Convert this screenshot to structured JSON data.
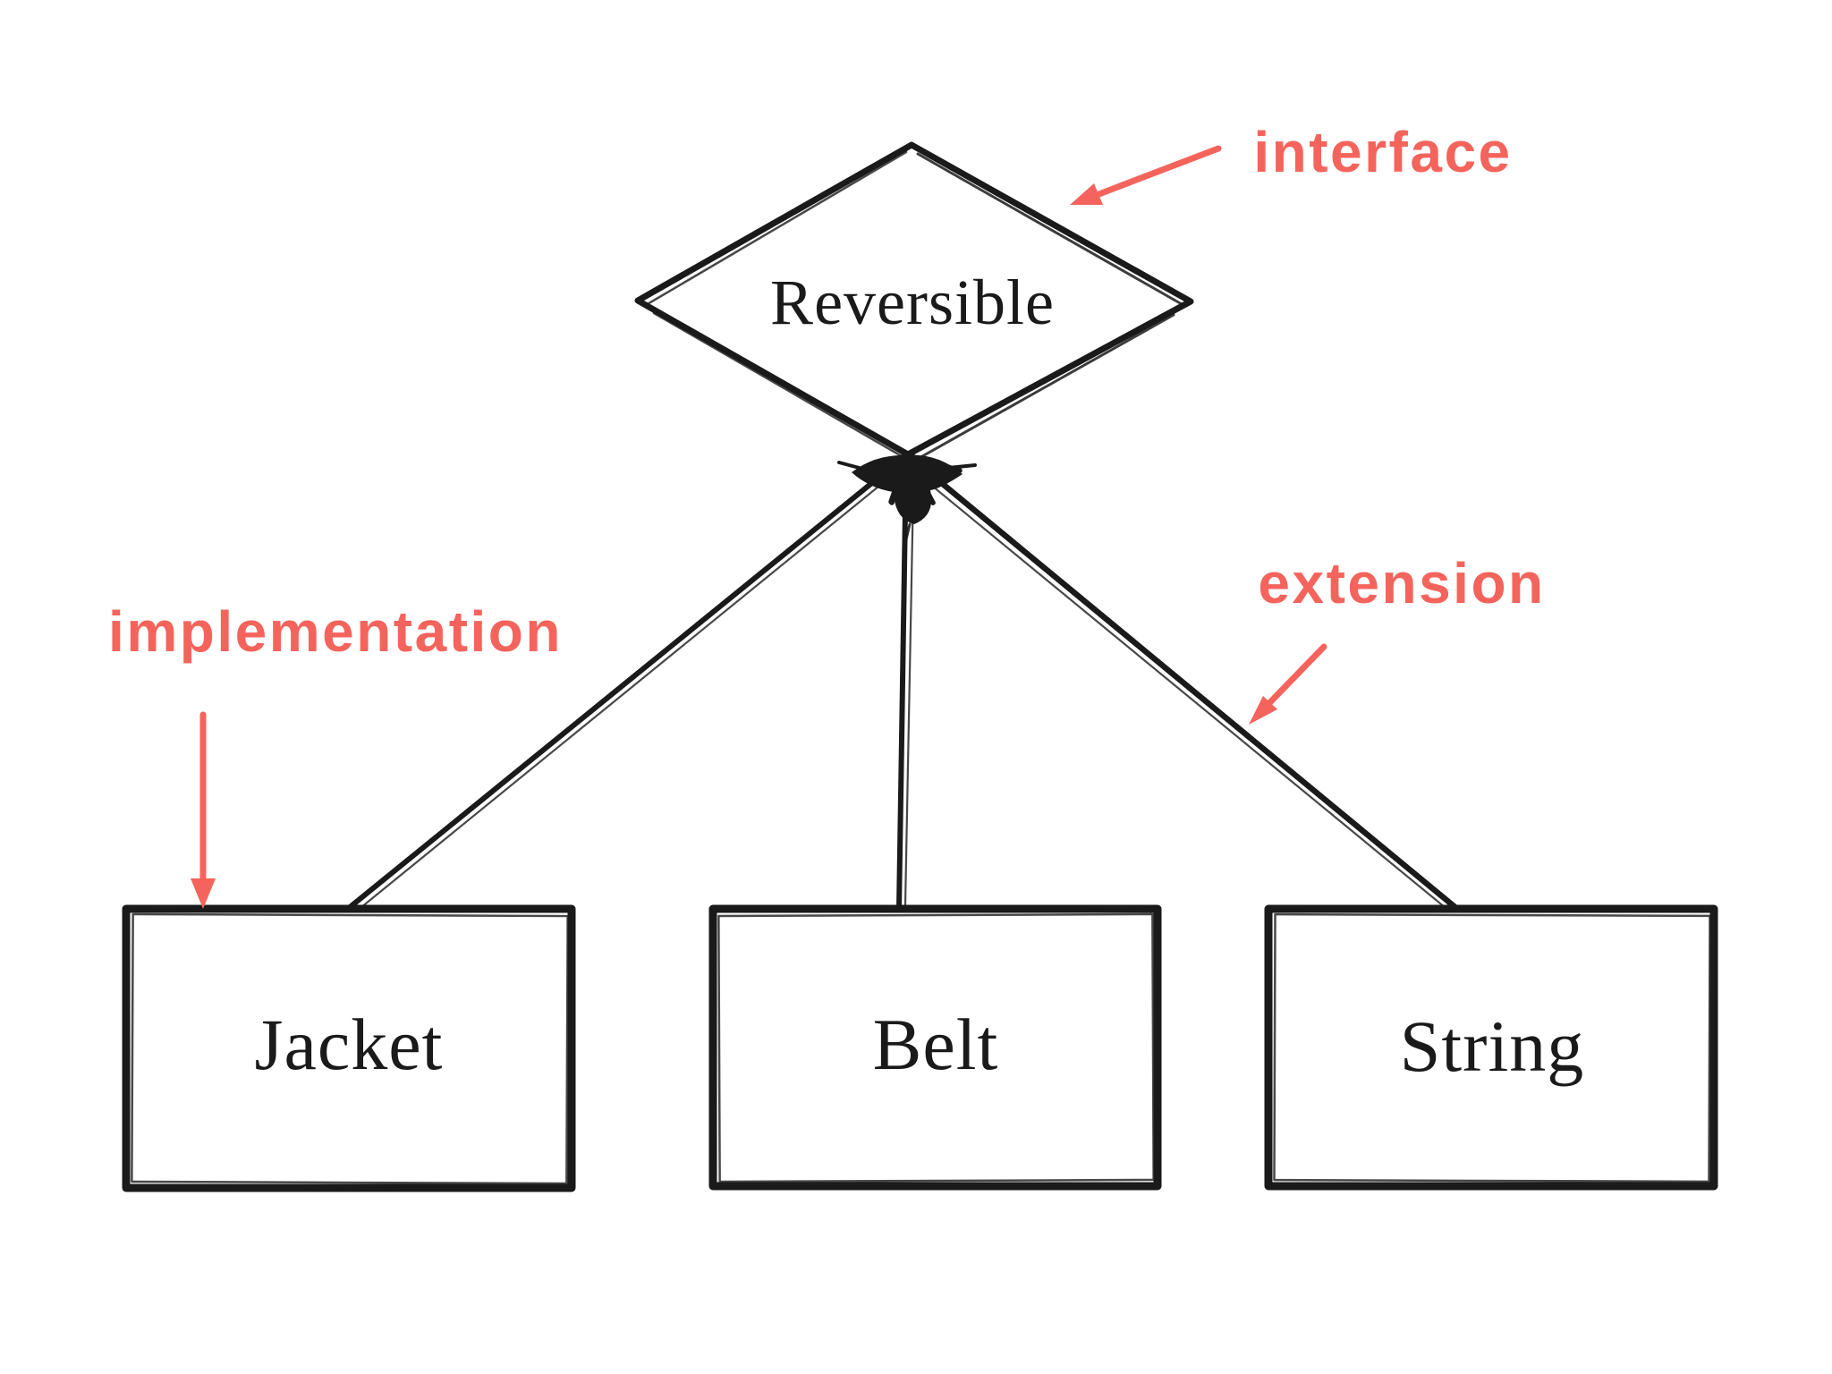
{
  "colors": {
    "ink": "#1a1a1a",
    "annotation_red": "#f4645c",
    "background": "#ffffff"
  },
  "diagram": {
    "interface_node": {
      "label": "Reversible"
    },
    "class_nodes": [
      {
        "label": "Jacket"
      },
      {
        "label": "Belt"
      },
      {
        "label": "String"
      }
    ],
    "annotations": {
      "interface": "interface",
      "implementation": "implementation",
      "extension": "extension"
    }
  }
}
